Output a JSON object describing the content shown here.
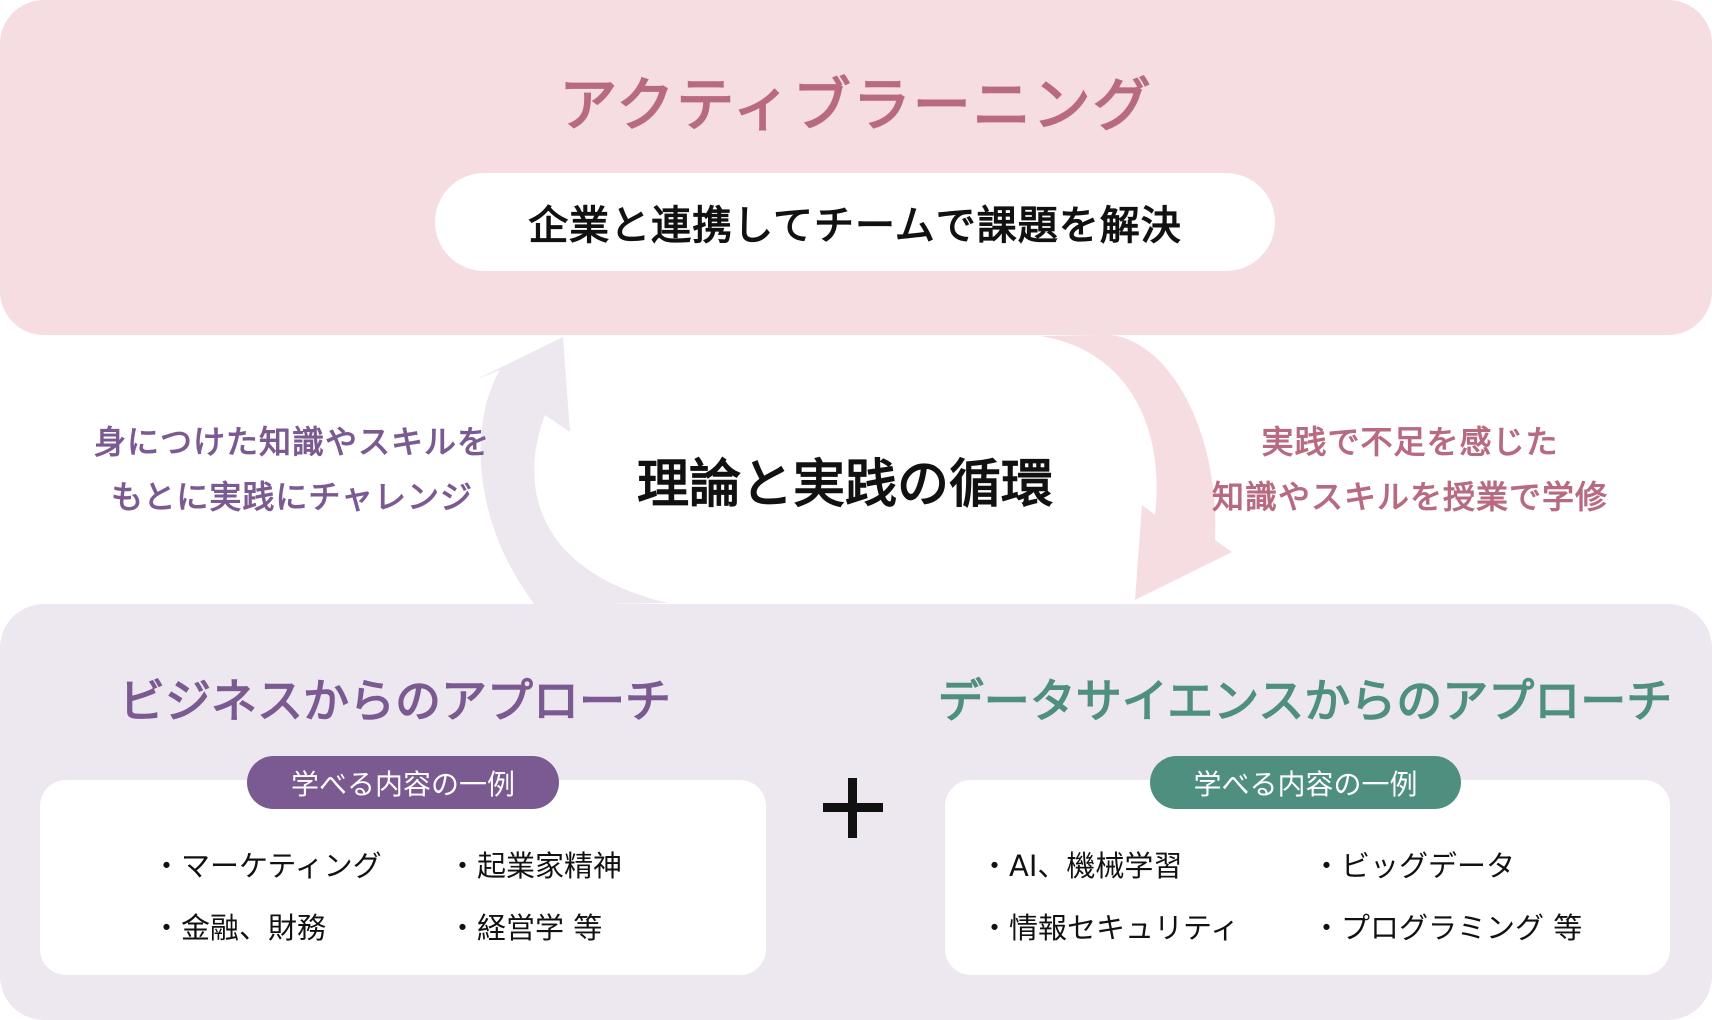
{
  "top": {
    "title": "アクティブラーニング",
    "subtitle": "企業と連携してチームで課題を解決"
  },
  "cycle": {
    "center": "理論と実践の循環",
    "left_lines": [
      "身につけた知識やスキルを",
      "もとに実践にチャレンジ"
    ],
    "right_lines": [
      "実践で不足を感じた",
      "知識やスキルを授業で学修"
    ]
  },
  "business": {
    "heading": "ビジネスからのアプローチ",
    "badge": "学べる内容の一例",
    "items": [
      "・マーケティング",
      "・起業家精神",
      "・金融、財務",
      "・経営学 等"
    ]
  },
  "plus": "+",
  "datascience": {
    "heading": "データサイエンスからのアプローチ",
    "badge": "学べる内容の一例",
    "items": [
      "・AI、機械学習",
      "・ビッグデータ",
      "・情報セキュリティ",
      "・プログラミング 等"
    ]
  },
  "colors": {
    "pink_bg": "#f5dde2",
    "pink_text": "#b86b80",
    "purple_bg": "#ede7f0",
    "purple": "#7b5a91",
    "green": "#4f8f80"
  }
}
